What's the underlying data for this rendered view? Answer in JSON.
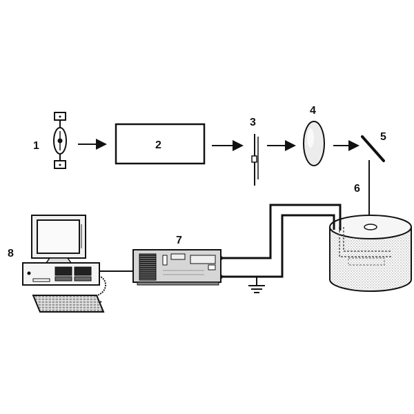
{
  "labels": {
    "lamp": "1",
    "box": "2",
    "slit": "3",
    "lens": "4",
    "mirror": "5",
    "beam": "6",
    "daq": "7",
    "computer": "8"
  },
  "colors": {
    "line": "#111111",
    "fill_light": "#f2f2f2",
    "fill_gray": "#c9c9c9",
    "fill_dark": "#444444"
  }
}
